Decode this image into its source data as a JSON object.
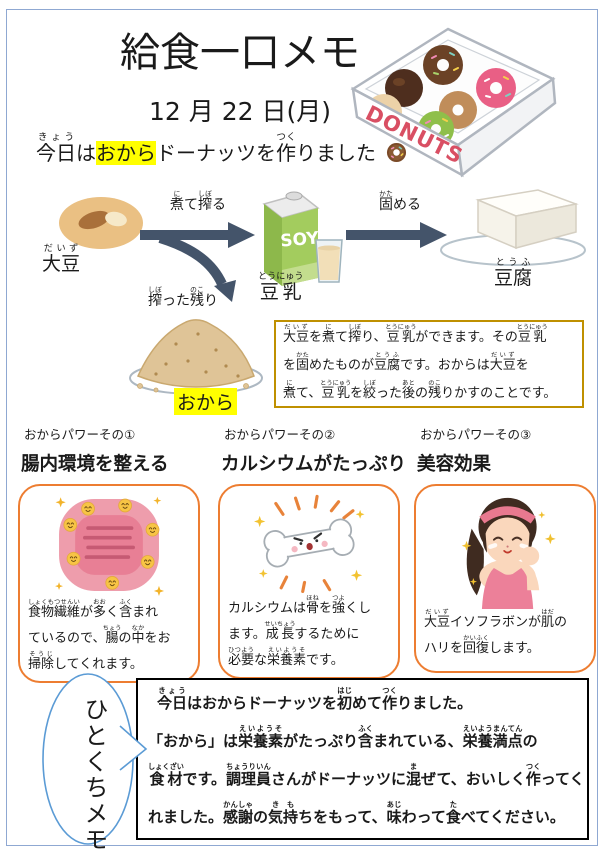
{
  "page": {
    "title": "給食一口メモ",
    "date": "12 月 22 日(月)"
  },
  "intro": {
    "line": [
      {
        "t": "今日",
        "r": "きょう"
      },
      {
        "t": "は"
      },
      {
        "t": "おから",
        "hl": true
      },
      {
        "t": "ドーナッツを"
      },
      {
        "t": "作",
        "r": "つく"
      },
      {
        "t": "りました"
      }
    ]
  },
  "donut_box": {
    "label": "DONUTS"
  },
  "flow": {
    "soybean": [
      {
        "t": "大豆",
        "r": "だいず"
      }
    ],
    "boil_press": [
      {
        "t": "煮",
        "r": "に"
      },
      {
        "t": "て"
      },
      {
        "t": "搾",
        "r": "しぼ"
      },
      {
        "t": "る"
      }
    ],
    "pressed_residue": [
      {
        "t": "搾",
        "r": "しぼ"
      },
      {
        "t": "った"
      },
      {
        "t": "残",
        "r": "のこ"
      },
      {
        "t": "り"
      }
    ],
    "carton_text": "SOY",
    "soymilk": [
      {
        "t": "豆乳",
        "r": "とうにゅう"
      }
    ],
    "harden": [
      {
        "t": "固",
        "r": "かた"
      },
      {
        "t": "める"
      }
    ],
    "tofu": [
      {
        "t": "豆腐",
        "r": "とうふ"
      }
    ],
    "okara": "おから"
  },
  "info_box": {
    "lines": [
      [
        {
          "t": "大豆",
          "r": "だいず"
        },
        {
          "t": "を"
        },
        {
          "t": "煮",
          "r": "に"
        },
        {
          "t": "て"
        },
        {
          "t": "搾",
          "r": "しぼ"
        },
        {
          "t": "り、"
        },
        {
          "t": "豆乳",
          "r": "とうにゅう"
        },
        {
          "t": "ができます。その"
        },
        {
          "t": "豆乳",
          "r": "とうにゅう"
        }
      ],
      [
        {
          "t": "を"
        },
        {
          "t": "固",
          "r": "かた"
        },
        {
          "t": "めたものが"
        },
        {
          "t": "豆腐",
          "r": "とうふ"
        },
        {
          "t": "です。おからは"
        },
        {
          "t": "大豆",
          "r": "だいず"
        },
        {
          "t": "を"
        }
      ],
      [
        {
          "t": "煮",
          "r": "に"
        },
        {
          "t": "て、"
        },
        {
          "t": "豆乳",
          "r": "とうにゅう"
        },
        {
          "t": "を"
        },
        {
          "t": "絞",
          "r": "しぼ"
        },
        {
          "t": "った"
        },
        {
          "t": "後",
          "r": "あと"
        },
        {
          "t": "の"
        },
        {
          "t": "残",
          "r": "のこ"
        },
        {
          "t": "りかすのことです。"
        }
      ]
    ]
  },
  "powers": [
    {
      "tag": "おからパワーその①",
      "heading": "腸内環境を整える",
      "lines": [
        [
          {
            "t": "食物繊維",
            "r": "しょくもつせんい"
          },
          {
            "t": "が"
          },
          {
            "t": "多",
            "r": "おお"
          },
          {
            "t": "く"
          },
          {
            "t": "含",
            "r": "ふく"
          },
          {
            "t": "まれ"
          }
        ],
        [
          {
            "t": "ているので、"
          },
          {
            "t": "腸",
            "r": "ちょう"
          },
          {
            "t": "の"
          },
          {
            "t": "中",
            "r": "なか"
          },
          {
            "t": "をお"
          }
        ],
        [
          {
            "t": "掃除",
            "r": "そうじ"
          },
          {
            "t": "してくれます。"
          }
        ]
      ]
    },
    {
      "tag": "おからパワーその②",
      "heading": "カルシウムがたっぷり",
      "lines": [
        [
          {
            "t": "カルシウムは"
          },
          {
            "t": "骨",
            "r": "ほね"
          },
          {
            "t": "を"
          },
          {
            "t": "強",
            "r": "つよ"
          },
          {
            "t": "くし"
          }
        ],
        [
          {
            "t": "ます。"
          },
          {
            "t": "成長",
            "r": "せいちょう"
          },
          {
            "t": "するために"
          }
        ],
        [
          {
            "t": "必要",
            "r": "ひつよう"
          },
          {
            "t": "な"
          },
          {
            "t": "栄養素",
            "r": "えいようそ"
          },
          {
            "t": "です。"
          }
        ]
      ]
    },
    {
      "tag": "おからパワーその③",
      "heading": "美容効果",
      "lines": [
        [
          {
            "t": "大豆",
            "r": "だいず"
          },
          {
            "t": "イソフラボンが"
          },
          {
            "t": "肌",
            "r": "はだ"
          },
          {
            "t": "の"
          }
        ],
        [
          {
            "t": "ハリを"
          },
          {
            "t": "回復",
            "r": "かいふく"
          },
          {
            "t": "します。"
          }
        ]
      ]
    }
  ],
  "memo": {
    "bubble": "ひとくちメモ",
    "lines": [
      [
        {
          "t": "今日",
          "r": "きょう"
        },
        {
          "t": "はおからドーナッツを"
        },
        {
          "t": "初",
          "r": "はじ"
        },
        {
          "t": "めて"
        },
        {
          "t": "作",
          "r": "つく"
        },
        {
          "t": "りました。"
        }
      ],
      [
        {
          "t": "「おから」は"
        },
        {
          "t": "栄養素",
          "r": "えいようそ"
        },
        {
          "t": "がたっぷり"
        },
        {
          "t": "含",
          "r": "ふく"
        },
        {
          "t": "まれている、"
        },
        {
          "t": "栄養満点",
          "r": "えいようまんてん"
        },
        {
          "t": "の"
        }
      ],
      [
        {
          "t": "食材",
          "r": "しょくざい"
        },
        {
          "t": "です。"
        },
        {
          "t": "調理員",
          "r": "ちょうりいん"
        },
        {
          "t": "さんがドーナッツに"
        },
        {
          "t": "混",
          "r": "ま"
        },
        {
          "t": "ぜて、おいしく"
        },
        {
          "t": "作",
          "r": "つく"
        },
        {
          "t": "ってく"
        }
      ],
      [
        {
          "t": "れました。"
        },
        {
          "t": "感謝",
          "r": "かんしゃ"
        },
        {
          "t": "の"
        },
        {
          "t": "気持",
          "r": "きも"
        },
        {
          "t": "ちをもって、"
        },
        {
          "t": "味",
          "r": "あじ"
        },
        {
          "t": "わって"
        },
        {
          "t": "食",
          "r": "た"
        },
        {
          "t": "べてください。"
        }
      ]
    ]
  },
  "illustrations": {
    "donut_box": "donut-box-illustration",
    "donut": "donut-icon",
    "soybean": "soybean-illustration",
    "soy_carton": "soy-milk-carton-illustration",
    "tofu": "tofu-illustration",
    "okara_pile": "okara-pile-illustration",
    "intestine": "intestine-illustration",
    "bone": "bone-illustration",
    "woman": "beauty-woman-illustration"
  },
  "colors": {
    "highlight": "#ffff00",
    "card_border": "#ed7d31",
    "info_box_border": "#bf9000",
    "arrow": "#44546a",
    "bubble_border": "#5b9bd5",
    "page_frame": "#8fa8d2",
    "donuts_text": "#d94f63"
  }
}
